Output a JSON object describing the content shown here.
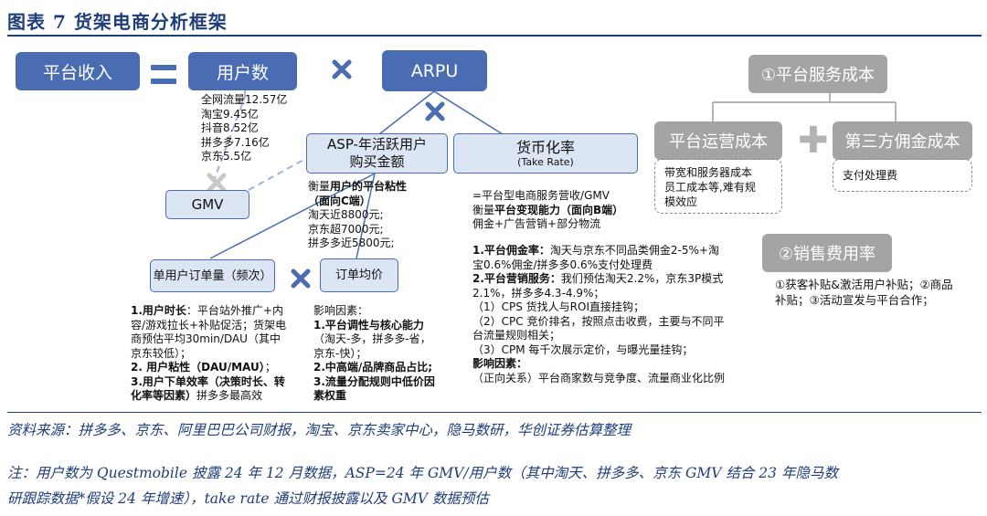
{
  "title": "图表 7   货架电商分析框架",
  "boxes": {
    "platform_revenue": "平台收入",
    "users": "用户数",
    "arpu": "ARPU",
    "asp": [
      "ASP-年活跃用户",
      "购买金额"
    ],
    "take_rate": [
      "货币化率",
      "(Take Rate)"
    ],
    "gmv": "GMV",
    "order_count": "单用户订单量（频次）",
    "order_value": "订单均价",
    "service_cost": "①平台服务成本",
    "operating_cost": "平台运营成本",
    "third_party_commission": "第三方佣金成本",
    "sales_rate": "②销售费用率"
  },
  "users_list": [
    "全网流量12.57亿",
    "淘宝9.45亿",
    "抖音8.52亿",
    "拼多多7.16亿",
    "京东5.5亿"
  ],
  "asp_note": {
    "bold_line": [
      "衡量",
      "用户的平台粘性",
      "（面向C端）"
    ],
    "lines": [
      "淘天近8800元;",
      "京东超7000元;",
      "拼多多近5800元;"
    ]
  },
  "take_rate_note": {
    "line1": "=平台型电商服务营收/GMV",
    "line2": [
      "衡量",
      "平台变现能力（面向B端）"
    ],
    "line3": "佣金+广告营销+部分物流"
  },
  "take_rate_detail": [
    [
      {
        "t": "1.平台佣金率：",
        "b": true
      },
      {
        "t": "淘天与京东不同品类佣金2-5%+淘"
      }
    ],
    [
      {
        "t": "宝0.6%佣金/拼多多0.6%支付处理费"
      }
    ],
    [
      {
        "t": "2.平台营销服务：",
        "b": true
      },
      {
        "t": "我们预估淘天2.2%，京东3P模式"
      }
    ],
    [
      {
        "t": "2.1%，拼多多4.3-4.9%；"
      }
    ],
    [
      {
        "t": "（1）CPS 货找人与ROI直接挂钩；"
      }
    ],
    [
      {
        "t": "（2）CPC 竞价排名，按照点击收费，主要与不同平"
      }
    ],
    [
      {
        "t": "台流量规则相关；"
      }
    ],
    [
      {
        "t": "（3）CPM 每千次展示定价，与曝光量挂钩；"
      }
    ],
    [
      {
        "t": "影响因素：",
        "b": true
      }
    ],
    [
      {
        "t": "（正向关系）平台商家数与竞争度、流量商业化比例"
      }
    ]
  ],
  "order_count_detail": [
    [
      {
        "t": "1.用户时长",
        "b": true
      },
      {
        "t": "：平台站外推广+内"
      }
    ],
    [
      {
        "t": "容/游戏拉长+补贴促活；货架电"
      }
    ],
    [
      {
        "t": "商预估平均30min/DAU（其中"
      }
    ],
    [
      {
        "t": "京东较低）；"
      }
    ],
    [
      {
        "t": "2. 用户粘性（DAU/MAU）",
        "b": true
      },
      {
        "t": "；"
      }
    ],
    [
      {
        "t": "3.用户下单效率（决策时长、转",
        "b": true
      }
    ],
    [
      {
        "t": "化率等因素）",
        "b": true
      },
      {
        "t": "拼多多最高效"
      }
    ]
  ],
  "order_value_detail": [
    [
      {
        "t": "影响因素："
      }
    ],
    [
      {
        "t": "1.平台调性与核心能力",
        "b": true
      }
    ],
    [
      {
        "t": "（淘天-多，拼多多-省，"
      }
    ],
    [
      {
        "t": "京东-快）；"
      }
    ],
    [
      {
        "t": "2.中高端/品牌商品占比;",
        "b": true
      }
    ],
    [
      {
        "t": "3.流量分配规则中低价因",
        "b": true
      }
    ],
    [
      {
        "t": "素权重",
        "b": true
      }
    ]
  ],
  "operating_cost_note": [
    "带宽和服务器成本",
    "员工成本等,难有规",
    "模效应"
  ],
  "commission_note": "支付处理费",
  "sales_rate_note": [
    "①获客补贴&激活用户补贴；②商品",
    "补贴；③活动宣发与平台合作；"
  ],
  "source": "资料来源：拼多多、京东、阿里巴巴公司财报，淘宝、京东卖家中心，隐马数研，华创证券估算整理",
  "note": [
    "注：用户数为 Questmobile 披露 24 年 12 月数据，ASP=24 年 GMV/用户数（其中淘天、拼多多、京东 GMV 结合 23 年隐马数",
    "研跟踪数据*假设 24 年增速），take rate 通过财报披露以及 GMV 数据预估"
  ],
  "colors": {
    "primary": "#4a6cb3",
    "light": "#dce5f3",
    "grey": "#a4a4a4",
    "title": "#1f3d79"
  }
}
